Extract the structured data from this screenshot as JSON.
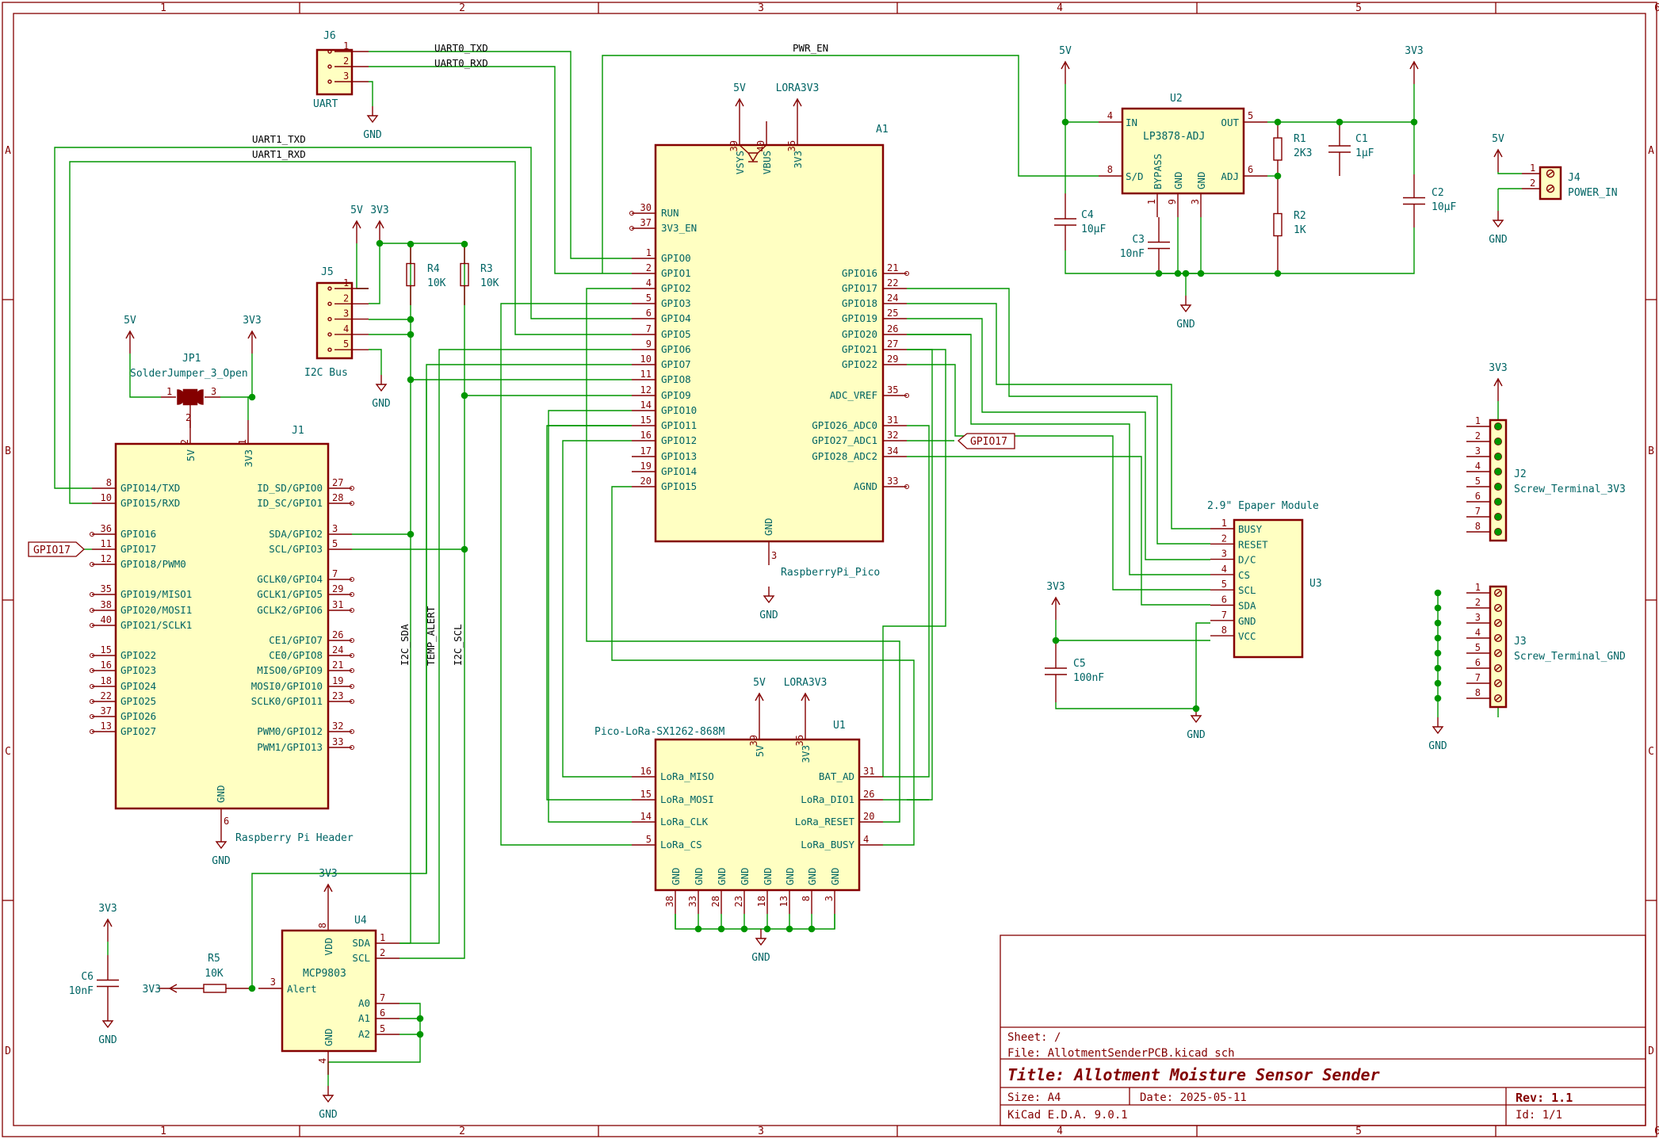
{
  "frame": {
    "columns": [
      "1",
      "2",
      "3",
      "4",
      "5",
      "6"
    ],
    "rows": [
      "A",
      "B",
      "C",
      "D"
    ]
  },
  "title_block": {
    "sheet": "Sheet: /",
    "file": "File: AllotmentSenderPCB.kicad_sch",
    "title_prefix": "Title:",
    "title": "Allotment Moisture Sensor Sender",
    "size": "Size: A4",
    "date": "Date: 2025-05-11",
    "rev": "Rev: 1.1",
    "tool": "KiCad E.D.A. 9.0.1",
    "id": "Id: 1/1"
  },
  "power_labels": {
    "v5": "5V",
    "v3": "3V3",
    "gnd": "GND",
    "lora3v3": "LORA3V3"
  },
  "net_labels": {
    "uart0_txd": "UART0_TXD",
    "uart0_rxd": "UART0_RXD",
    "uart1_txd": "UART1_TXD",
    "uart1_rxd": "UART1_RXD",
    "pwr_en": "PWR_EN",
    "i2c_sda": "I2C_SDA",
    "temp_alert": "TEMP_ALERT",
    "i2c_scl": "I2C_SCL",
    "gpio17": "GPIO17"
  },
  "components": {
    "j6": {
      "ref": "J6",
      "value": "UART",
      "pins": [
        "1",
        "2",
        "3"
      ]
    },
    "j5": {
      "ref": "J5",
      "value": "I2C Bus",
      "pins": [
        "1",
        "2",
        "3",
        "4",
        "5"
      ]
    },
    "j4": {
      "ref": "J4",
      "value": "POWER_IN",
      "pins": [
        "1",
        "2"
      ]
    },
    "j2": {
      "ref": "J2",
      "value": "Screw_Terminal_3V3",
      "pins": [
        "1",
        "2",
        "3",
        "4",
        "5",
        "6",
        "7",
        "8"
      ]
    },
    "j3": {
      "ref": "J3",
      "value": "Screw_Terminal_GND",
      "pins": [
        "1",
        "2",
        "3",
        "4",
        "5",
        "6",
        "7",
        "8"
      ]
    },
    "jp1": {
      "ref": "JP1",
      "value": "SolderJumper_3_Open",
      "pins": [
        "1",
        "2",
        "3"
      ]
    },
    "r1": {
      "ref": "R1",
      "value": "2K3"
    },
    "r2": {
      "ref": "R2",
      "value": "1K"
    },
    "r3": {
      "ref": "R3",
      "value": "10K"
    },
    "r4": {
      "ref": "R4",
      "value": "10K"
    },
    "r5": {
      "ref": "R5",
      "value": "10K"
    },
    "c1": {
      "ref": "C1",
      "value": "1µF"
    },
    "c2": {
      "ref": "C2",
      "value": "10µF"
    },
    "c3": {
      "ref": "C3",
      "value": "10nF"
    },
    "c4": {
      "ref": "C4",
      "value": "10µF"
    },
    "c5": {
      "ref": "C5",
      "value": "100nF"
    },
    "c6": {
      "ref": "C6",
      "value": "10nF"
    },
    "u2": {
      "ref": "U2",
      "value": "LP3878-ADJ",
      "pins": {
        "in": "IN",
        "out": "OUT",
        "sd": "S/D",
        "adj": "ADJ",
        "bypass": "BYPASS",
        "gnd1": "GND",
        "gnd2": "GND"
      },
      "numbers": {
        "in": "4",
        "out": "5",
        "sd": "8",
        "adj": "6",
        "bypass": "1",
        "gnd1": "9",
        "gnd2": "3"
      }
    },
    "u3": {
      "ref": "U3",
      "value": "2.9\" Epaper Module",
      "pins": [
        {
          "n": "1",
          "name": "BUSY"
        },
        {
          "n": "2",
          "name": "RESET"
        },
        {
          "n": "3",
          "name": "D/C"
        },
        {
          "n": "4",
          "name": "CS"
        },
        {
          "n": "5",
          "name": "SCL"
        },
        {
          "n": "6",
          "name": "SDA"
        },
        {
          "n": "7",
          "name": "GND"
        },
        {
          "n": "8",
          "name": "VCC"
        }
      ]
    },
    "u4": {
      "ref": "U4",
      "value": "MCP9803",
      "pins": {
        "vdd": "VDD",
        "sda": "SDA",
        "scl": "SCL",
        "alert": "Alert",
        "a0": "A0",
        "a1": "A1",
        "a2": "A2",
        "gnd": "GND"
      },
      "numbers": {
        "vdd": "8",
        "sda": "1",
        "scl": "2",
        "alert": "3",
        "a0": "7",
        "a1": "6",
        "a2": "5",
        "gnd": "4"
      }
    },
    "a1": {
      "ref": "A1",
      "value": "RaspberryPi_Pico",
      "top": [
        {
          "n": "39",
          "name": "VSYS"
        },
        {
          "n": "40",
          "name": "VBUS"
        },
        {
          "n": "36",
          "name": "3V3"
        }
      ],
      "bottom": [
        {
          "n": "3",
          "name": "GND"
        }
      ],
      "left": [
        {
          "n": "30",
          "name": "RUN"
        },
        {
          "n": "37",
          "name": "3V3_EN"
        },
        {
          "n": "1",
          "name": "GPIO0"
        },
        {
          "n": "2",
          "name": "GPIO1"
        },
        {
          "n": "4",
          "name": "GPIO2"
        },
        {
          "n": "5",
          "name": "GPIO3"
        },
        {
          "n": "6",
          "name": "GPIO4"
        },
        {
          "n": "7",
          "name": "GPIO5"
        },
        {
          "n": "9",
          "name": "GPIO6"
        },
        {
          "n": "10",
          "name": "GPIO7"
        },
        {
          "n": "11",
          "name": "GPIO8"
        },
        {
          "n": "12",
          "name": "GPIO9"
        },
        {
          "n": "14",
          "name": "GPIO10"
        },
        {
          "n": "15",
          "name": "GPIO11"
        },
        {
          "n": "16",
          "name": "GPIO12"
        },
        {
          "n": "17",
          "name": "GPIO13"
        },
        {
          "n": "19",
          "name": "GPIO14"
        },
        {
          "n": "20",
          "name": "GPIO15"
        }
      ],
      "right": [
        {
          "n": "21",
          "name": "GPIO16"
        },
        {
          "n": "22",
          "name": "GPIO17"
        },
        {
          "n": "24",
          "name": "GPIO18"
        },
        {
          "n": "25",
          "name": "GPIO19"
        },
        {
          "n": "26",
          "name": "GPIO20"
        },
        {
          "n": "27",
          "name": "GPIO21"
        },
        {
          "n": "29",
          "name": "GPIO22"
        },
        {
          "n": "35",
          "name": "ADC_VREF"
        },
        {
          "n": "31",
          "name": "GPIO26_ADC0"
        },
        {
          "n": "32",
          "name": "GPIO27_ADC1"
        },
        {
          "n": "34",
          "name": "GPIO28_ADC2"
        },
        {
          "n": "33",
          "name": "AGND"
        }
      ]
    },
    "j1": {
      "ref": "J1",
      "value": "Raspberry Pi Header",
      "top": [
        {
          "n": "2",
          "name": "5V"
        },
        {
          "n": "1",
          "name": "3V3"
        }
      ],
      "bottom": [
        {
          "n": "6",
          "name": "GND"
        }
      ],
      "left": [
        {
          "n": "8",
          "name": "GPIO14/TXD"
        },
        {
          "n": "10",
          "name": "GPIO15/RXD"
        },
        {
          "n": "36",
          "name": "GPIO16"
        },
        {
          "n": "11",
          "name": "GPIO17"
        },
        {
          "n": "12",
          "name": "GPIO18/PWM0"
        },
        {
          "n": "35",
          "name": "GPIO19/MISO1"
        },
        {
          "n": "38",
          "name": "GPIO20/MOSI1"
        },
        {
          "n": "40",
          "name": "GPIO21/SCLK1"
        },
        {
          "n": "15",
          "name": "GPIO22"
        },
        {
          "n": "16",
          "name": "GPIO23"
        },
        {
          "n": "18",
          "name": "GPIO24"
        },
        {
          "n": "22",
          "name": "GPIO25"
        },
        {
          "n": "37",
          "name": "GPIO26"
        },
        {
          "n": "13",
          "name": "GPIO27"
        }
      ],
      "right": [
        {
          "n": "27",
          "name": "ID_SD/GPIO0"
        },
        {
          "n": "28",
          "name": "ID_SC/GPIO1"
        },
        {
          "n": "3",
          "name": "SDA/GPIO2"
        },
        {
          "n": "5",
          "name": "SCL/GPIO3"
        },
        {
          "n": "7",
          "name": "GCLK0/GPIO4"
        },
        {
          "n": "29",
          "name": "GCLK1/GPIO5"
        },
        {
          "n": "31",
          "name": "GCLK2/GPIO6"
        },
        {
          "n": "26",
          "name": "CE1/GPIO7"
        },
        {
          "n": "24",
          "name": "CE0/GPIO8"
        },
        {
          "n": "21",
          "name": "MISO0/GPIO9"
        },
        {
          "n": "19",
          "name": "MOSI0/GPIO10"
        },
        {
          "n": "23",
          "name": "SCLK0/GPIO11"
        },
        {
          "n": "32",
          "name": "PWM0/GPIO12"
        },
        {
          "n": "33",
          "name": "PWM1/GPIO13"
        }
      ]
    },
    "u1": {
      "ref": "U1",
      "value": "Pico-LoRa-SX1262-868M",
      "top": [
        {
          "n": "39",
          "name": "5V"
        },
        {
          "n": "36",
          "name": "3V3"
        }
      ],
      "left": [
        {
          "n": "16",
          "name": "LoRa_MISO"
        },
        {
          "n": "15",
          "name": "LoRa_MOSI"
        },
        {
          "n": "14",
          "name": "LoRa_CLK"
        },
        {
          "n": "5",
          "name": "LoRa_CS"
        }
      ],
      "right": [
        {
          "n": "31",
          "name": "BAT_AD"
        },
        {
          "n": "26",
          "name": "LoRa_DIO1"
        },
        {
          "n": "20",
          "name": "LoRa_RESET"
        },
        {
          "n": "4",
          "name": "LoRa_BUSY"
        }
      ],
      "bottom": [
        {
          "n": "38",
          "name": "GND"
        },
        {
          "n": "33",
          "name": "GND"
        },
        {
          "n": "28",
          "name": "GND"
        },
        {
          "n": "23",
          "name": "GND"
        },
        {
          "n": "18",
          "name": "GND"
        },
        {
          "n": "13",
          "name": "GND"
        },
        {
          "n": "8",
          "name": "GND"
        },
        {
          "n": "3",
          "name": "GND"
        }
      ]
    }
  }
}
